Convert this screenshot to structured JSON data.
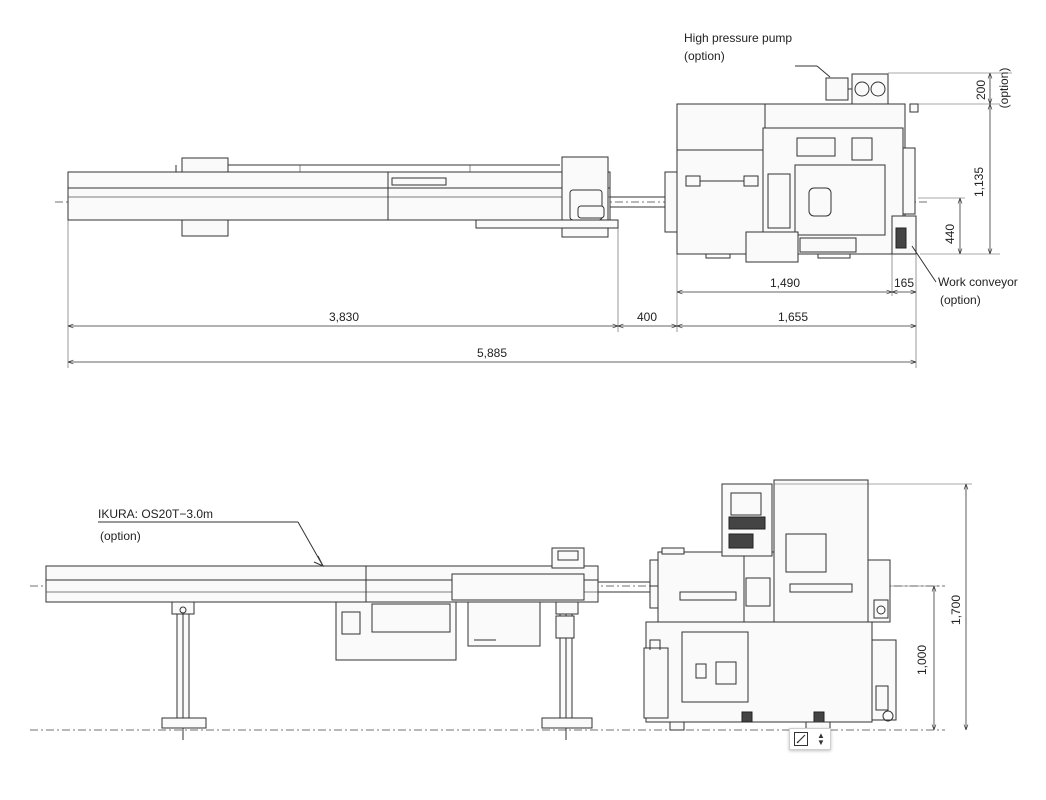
{
  "labels": {
    "high_pressure_pump": "High pressure pump",
    "pump_option": "(option)",
    "dim_200": "200",
    "dim_200_option": "(option)",
    "dim_1135": "1,135",
    "dim_440": "440",
    "work_conveyor": "Work conveyor",
    "conveyor_option": "(option)",
    "dim_1490": "1,490",
    "dim_165": "165",
    "dim_3830": "3,830",
    "dim_400": "400",
    "dim_1655": "1,655",
    "dim_5885": "5,885",
    "bar_feeder": "IKURA: OS20T−3.0m",
    "bar_feeder_option": "(option)",
    "dim_1000": "1,000",
    "dim_1700": "1,700"
  },
  "toolbar": {
    "tools": [
      "edit-pen-icon",
      "more-options-icon"
    ]
  }
}
